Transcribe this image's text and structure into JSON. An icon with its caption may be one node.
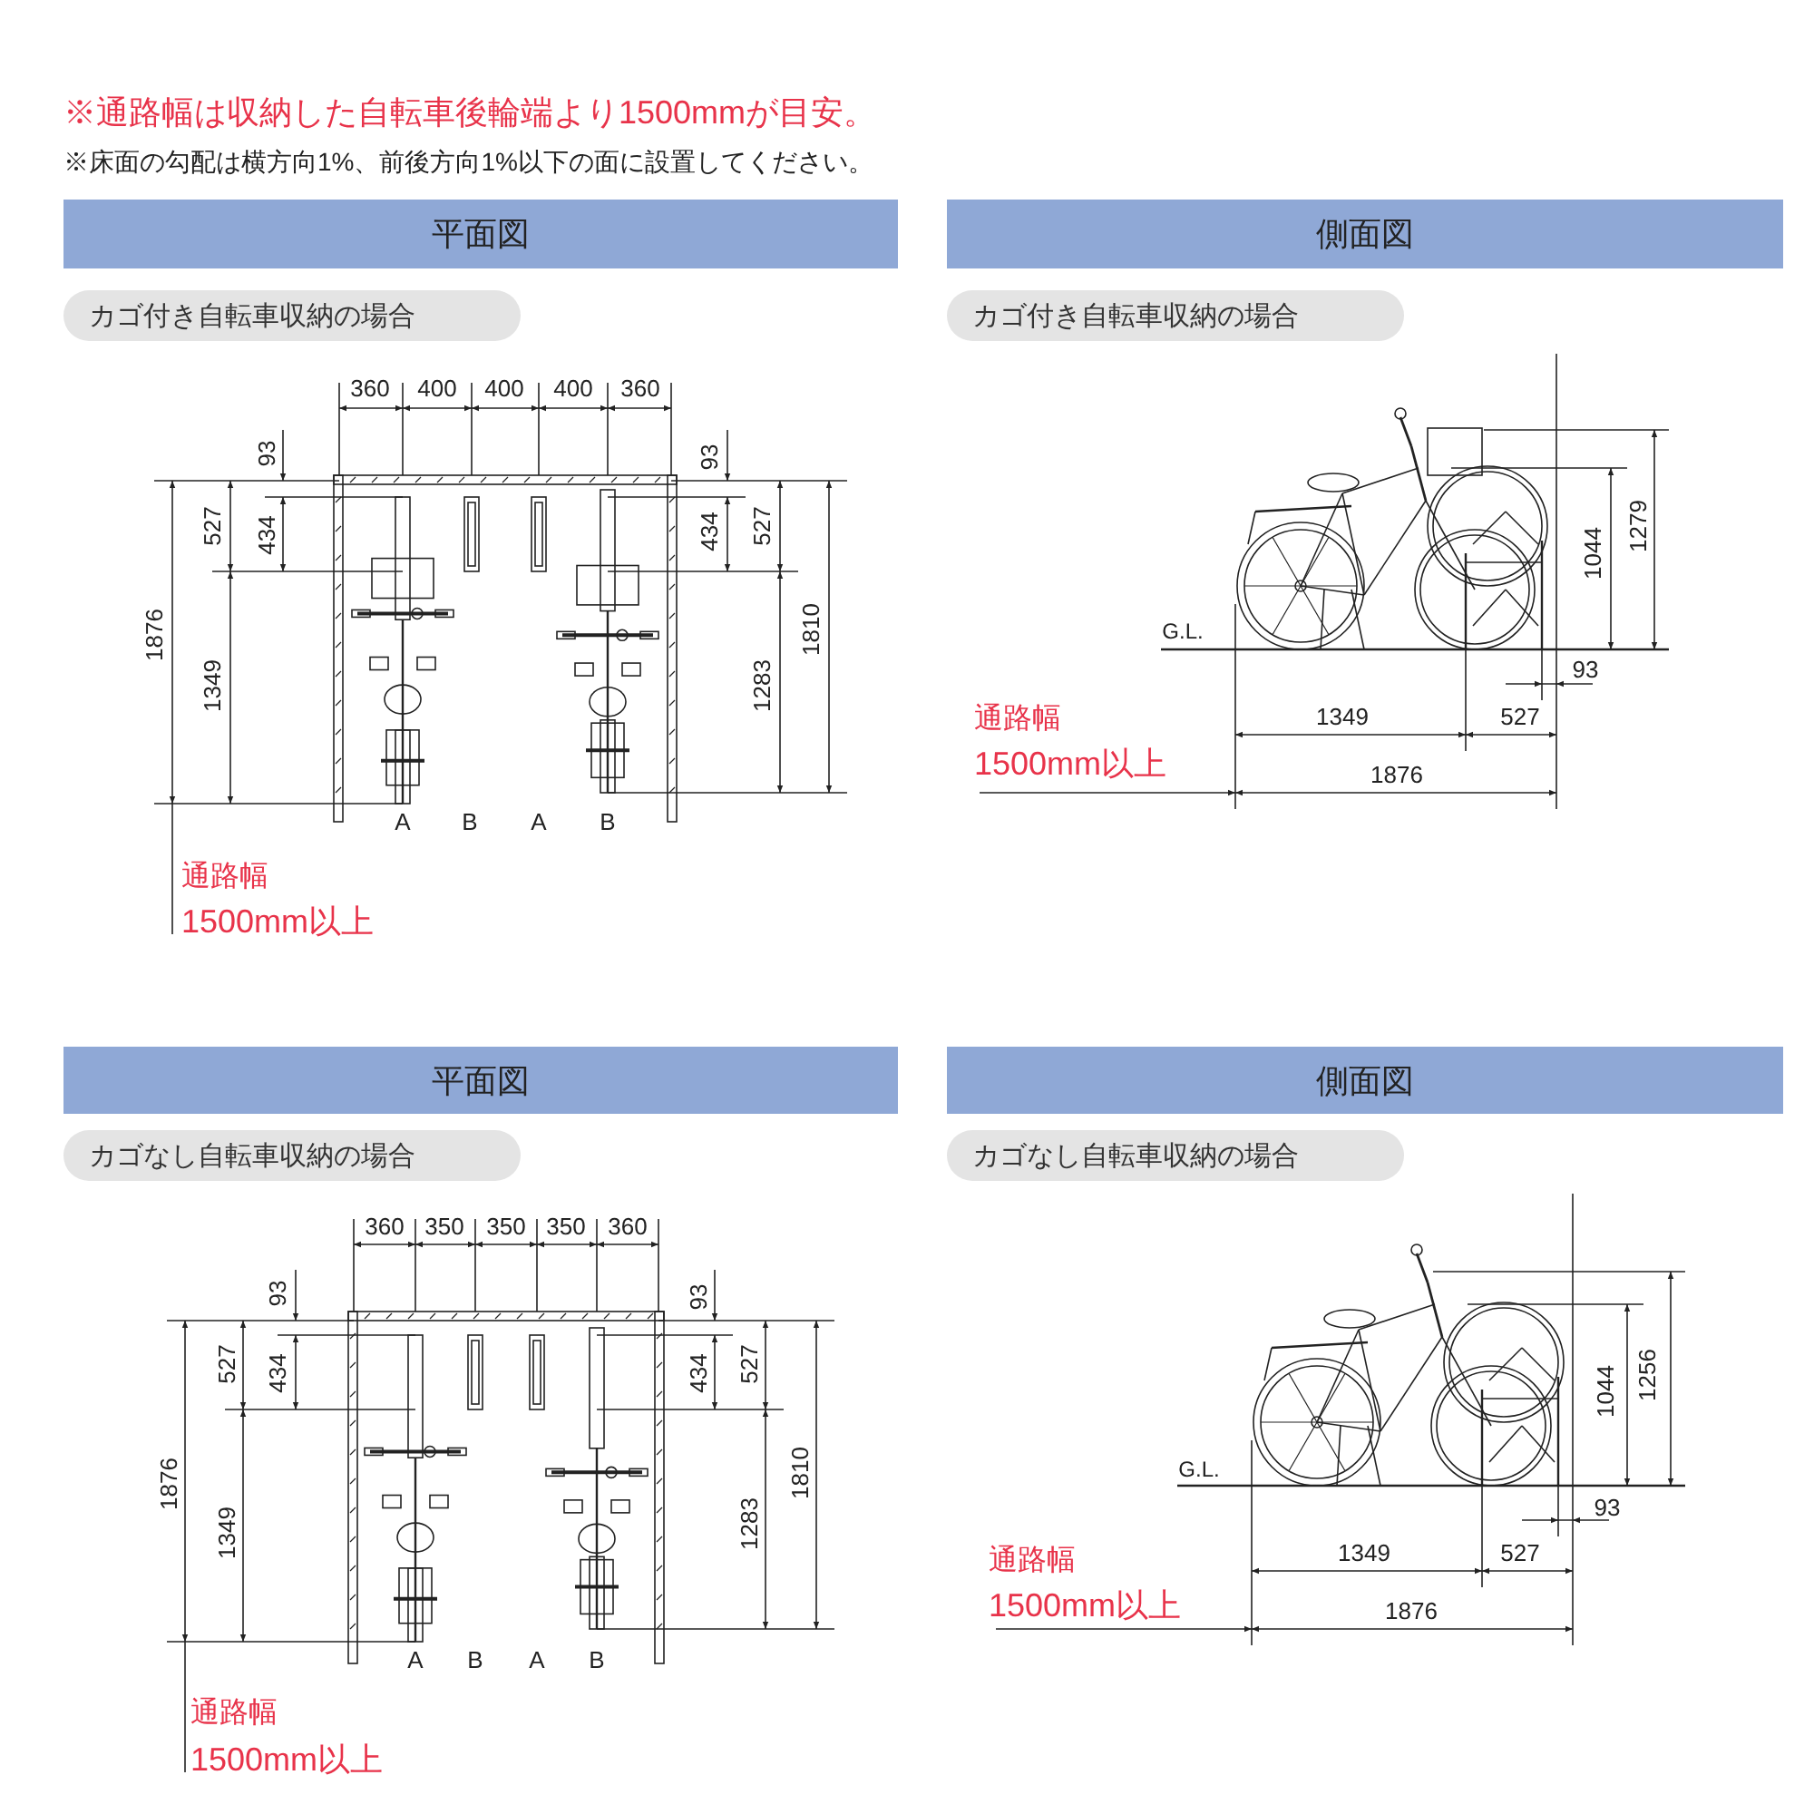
{
  "diagram": {
    "nodes": [
      {
        "text": [
          "平面図"
        ]
      },
      {
        "text": [
          "側面図"
        ]
      },
      {
        "text": [
          "カゴ付き自転車収納の場合"
        ]
      },
      {
        "text": [
          "カゴ付き自転車収納の場合"
        ]
      },
      {
        "text": [
          "平面図"
        ]
      },
      {
        "text": [
          "側面図"
        ]
      },
      {
        "text": [
          "カゴなし自転車収納の場合"
        ]
      },
      {
        "text": [
          "カゴなし自転車収納の場合"
        ]
      }
    ],
    "labels": [
      "※通路幅は収納した自転車後輪端より1500mmが目安。",
      "※床面の勾配は横方向1%、前後方向1%以下の面に設置してください。",
      "360",
      "400",
      "400",
      "400",
      "360",
      "93",
      "93",
      "527",
      "434",
      "434",
      "527",
      "1876",
      "1349",
      "1283",
      "1810",
      "A",
      "B",
      "A",
      "B",
      "通路幅",
      "1500mm以上",
      "1044",
      "1279",
      "G.L.",
      "93",
      "1349",
      "527",
      "通路幅",
      "1500mm以上",
      "1876",
      "360",
      "350",
      "350",
      "350",
      "360",
      "93",
      "93",
      "527",
      "434",
      "434",
      "527",
      "1876",
      "1349",
      "1283",
      "1810",
      "A",
      "B",
      "A",
      "B",
      "通路幅",
      "1500mm以上",
      "1044",
      "1256",
      "G.L.",
      "93",
      "1349",
      "527",
      "通路幅",
      "1500mm以上",
      "1876"
    ]
  }
}
